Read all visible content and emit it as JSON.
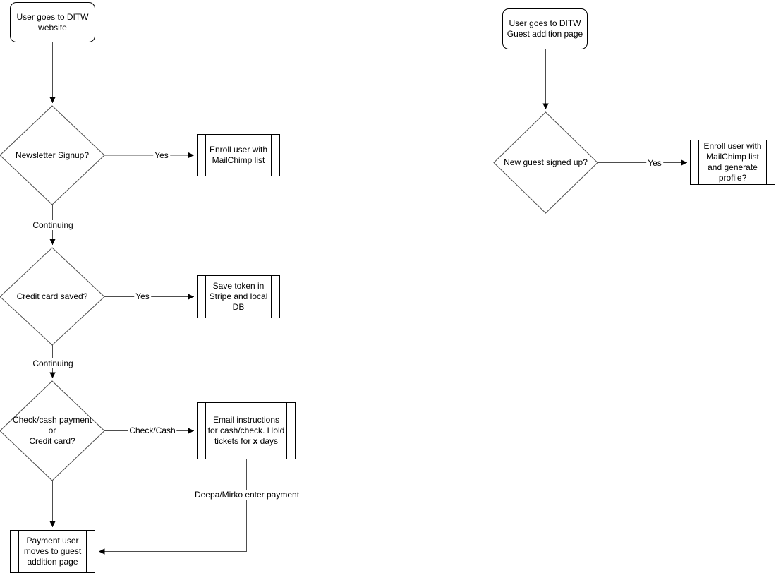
{
  "diagram": {
    "colors": {
      "shape-border": "#000000",
      "connector": "#4d4d4d",
      "text": "#000000",
      "background": "#ffffff"
    },
    "left_flow": {
      "start": {
        "label": [
          "User goes to DITW",
          "website"
        ]
      },
      "decision_newsletter": {
        "label": "Newsletter Signup?"
      },
      "process_enroll": {
        "label": [
          "Enroll user with",
          "MailChimp list"
        ]
      },
      "decision_credit_card": {
        "label": "Credit card saved?"
      },
      "process_save_token": {
        "label": [
          "Save token in",
          "Stripe and local",
          "DB"
        ]
      },
      "decision_payment": {
        "label": [
          "Check/cash payment",
          "or",
          "Credit card?"
        ]
      },
      "process_email": {
        "pre": "Email instructions for cash/check. Hold tickets for ",
        "bold": "x",
        "post": " days"
      },
      "process_payment_user": {
        "label": [
          "Payment user",
          "moves to guest",
          "addition page"
        ]
      },
      "edge_labels": {
        "yes_newsletter": "Yes",
        "continuing_1": "Continuing",
        "yes_credit": "Yes",
        "continuing_2": "Continuing",
        "check_cash": "Check/Cash",
        "deepa_mirko": "Deepa/Mirko enter payment"
      }
    },
    "right_flow": {
      "start": {
        "label": [
          "User goes to DITW",
          "Guest addition page"
        ]
      },
      "decision_new_guest": {
        "label": "New guest signed up?"
      },
      "process_enroll_profile": {
        "label": [
          "Enroll user with",
          "MailChimp list",
          "and generate",
          "profile?"
        ]
      },
      "edge_labels": {
        "yes": "Yes"
      }
    }
  }
}
